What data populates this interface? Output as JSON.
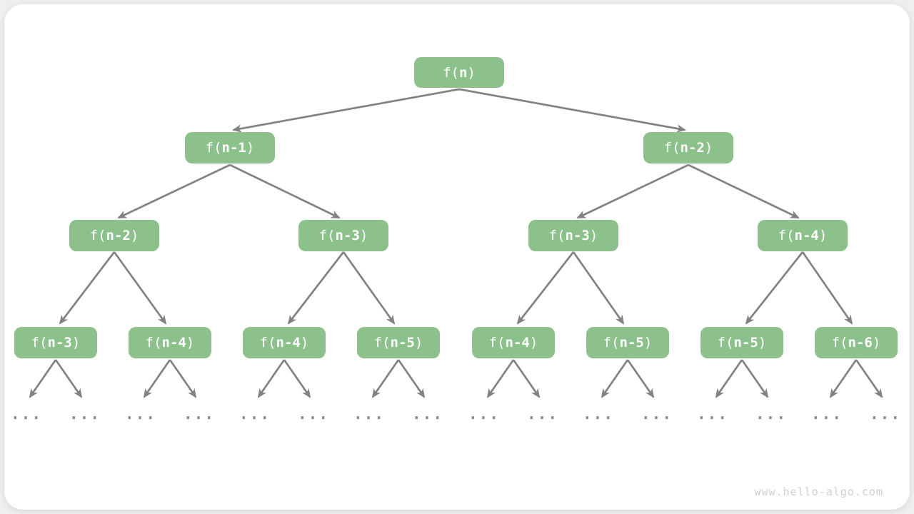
{
  "page": {
    "background_color": "#efefef",
    "card_color": "#ffffff",
    "watermark": "www.hello-algo.com",
    "watermark_color": "#cfcfcf"
  },
  "diagram": {
    "type": "recursion-tree",
    "description": "Recursion tree of f(n) expanding two calls per node",
    "node_fill": "#8dc18b",
    "node_text_color": "#ffffff",
    "arrow_color": "#828282",
    "dots_color": "#8a8a8a",
    "ellipsis": "...",
    "nodes": [
      {
        "id": "root",
        "level": 0,
        "pre": "f(",
        "arg": "n",
        "post": ")",
        "children": [
          "l2-0",
          "l2-1"
        ]
      },
      {
        "id": "l2-0",
        "level": 1,
        "pre": "f(",
        "arg": "n-1",
        "post": ")",
        "children": [
          "l3-0",
          "l3-1"
        ]
      },
      {
        "id": "l2-1",
        "level": 1,
        "pre": "f(",
        "arg": "n-2",
        "post": ")",
        "children": [
          "l3-2",
          "l3-3"
        ]
      },
      {
        "id": "l3-0",
        "level": 2,
        "pre": "f(",
        "arg": "n-2",
        "post": ")",
        "children": [
          "l4-0",
          "l4-1"
        ]
      },
      {
        "id": "l3-1",
        "level": 2,
        "pre": "f(",
        "arg": "n-3",
        "post": ")",
        "children": [
          "l4-2",
          "l4-3"
        ]
      },
      {
        "id": "l3-2",
        "level": 2,
        "pre": "f(",
        "arg": "n-3",
        "post": ")",
        "children": [
          "l4-4",
          "l4-5"
        ]
      },
      {
        "id": "l3-3",
        "level": 2,
        "pre": "f(",
        "arg": "n-4",
        "post": ")",
        "children": [
          "l4-6",
          "l4-7"
        ]
      },
      {
        "id": "l4-0",
        "level": 3,
        "pre": "f(",
        "arg": "n-3",
        "post": ")",
        "children": [
          "ellipsis",
          "ellipsis"
        ]
      },
      {
        "id": "l4-1",
        "level": 3,
        "pre": "f(",
        "arg": "n-4",
        "post": ")",
        "children": [
          "ellipsis",
          "ellipsis"
        ]
      },
      {
        "id": "l4-2",
        "level": 3,
        "pre": "f(",
        "arg": "n-4",
        "post": ")",
        "children": [
          "ellipsis",
          "ellipsis"
        ]
      },
      {
        "id": "l4-3",
        "level": 3,
        "pre": "f(",
        "arg": "n-5",
        "post": ")",
        "children": [
          "ellipsis",
          "ellipsis"
        ]
      },
      {
        "id": "l4-4",
        "level": 3,
        "pre": "f(",
        "arg": "n-4",
        "post": ")",
        "children": [
          "ellipsis",
          "ellipsis"
        ]
      },
      {
        "id": "l4-5",
        "level": 3,
        "pre": "f(",
        "arg": "n-5",
        "post": ")",
        "children": [
          "ellipsis",
          "ellipsis"
        ]
      },
      {
        "id": "l4-6",
        "level": 3,
        "pre": "f(",
        "arg": "n-5",
        "post": ")",
        "children": [
          "ellipsis",
          "ellipsis"
        ]
      },
      {
        "id": "l4-7",
        "level": 3,
        "pre": "f(",
        "arg": "n-6",
        "post": ")",
        "children": [
          "ellipsis",
          "ellipsis"
        ]
      }
    ]
  }
}
